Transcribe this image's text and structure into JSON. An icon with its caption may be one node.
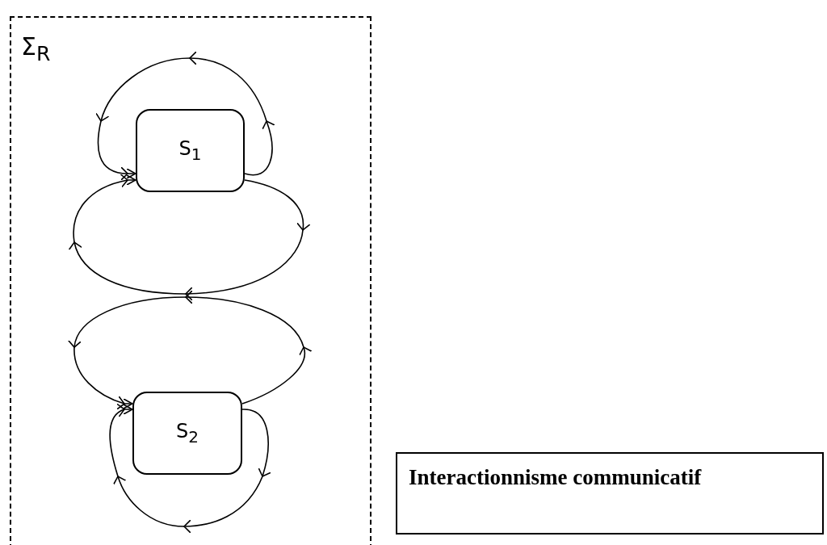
{
  "diagram": {
    "nodes": [
      {
        "text": [
          "Σ$_{R}$"
        ]
      },
      {
        "text": [
          "S$_{1}$"
        ],
        "in": 0
      },
      {
        "text": [
          "S$_{2}$"
        ],
        "in": 0
      },
      {
        "text": [
          "Interactionnisme communicatif"
        ]
      }
    ],
    "edges": [
      {
        "from": 1,
        "to": 1,
        "arrow": "to"
      },
      {
        "from": 1,
        "to": 1,
        "arrow": "to"
      },
      {
        "from": 2,
        "to": 2,
        "arrow": "to"
      },
      {
        "from": 2,
        "to": 2,
        "arrow": "to"
      }
    ]
  }
}
